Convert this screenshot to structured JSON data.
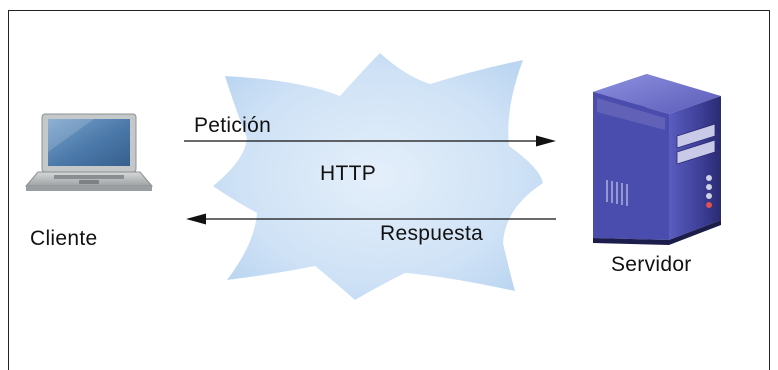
{
  "diagram": {
    "client": {
      "label": "Cliente",
      "icon": "laptop-icon"
    },
    "server": {
      "label": "Servidor",
      "icon": "server-tower-icon"
    },
    "protocol": {
      "label": "HTTP",
      "icon": "cloud-shape"
    },
    "request": {
      "label": "Petición",
      "direction": "client-to-server"
    },
    "response": {
      "label": "Respuesta",
      "direction": "server-to-client"
    }
  },
  "colors": {
    "cloud_fill": "#d4e6f8",
    "server_body": "#3e3f98",
    "laptop_screen": "#4a78a8",
    "laptop_body": "#b9bcbd",
    "arrow": "#111111"
  }
}
